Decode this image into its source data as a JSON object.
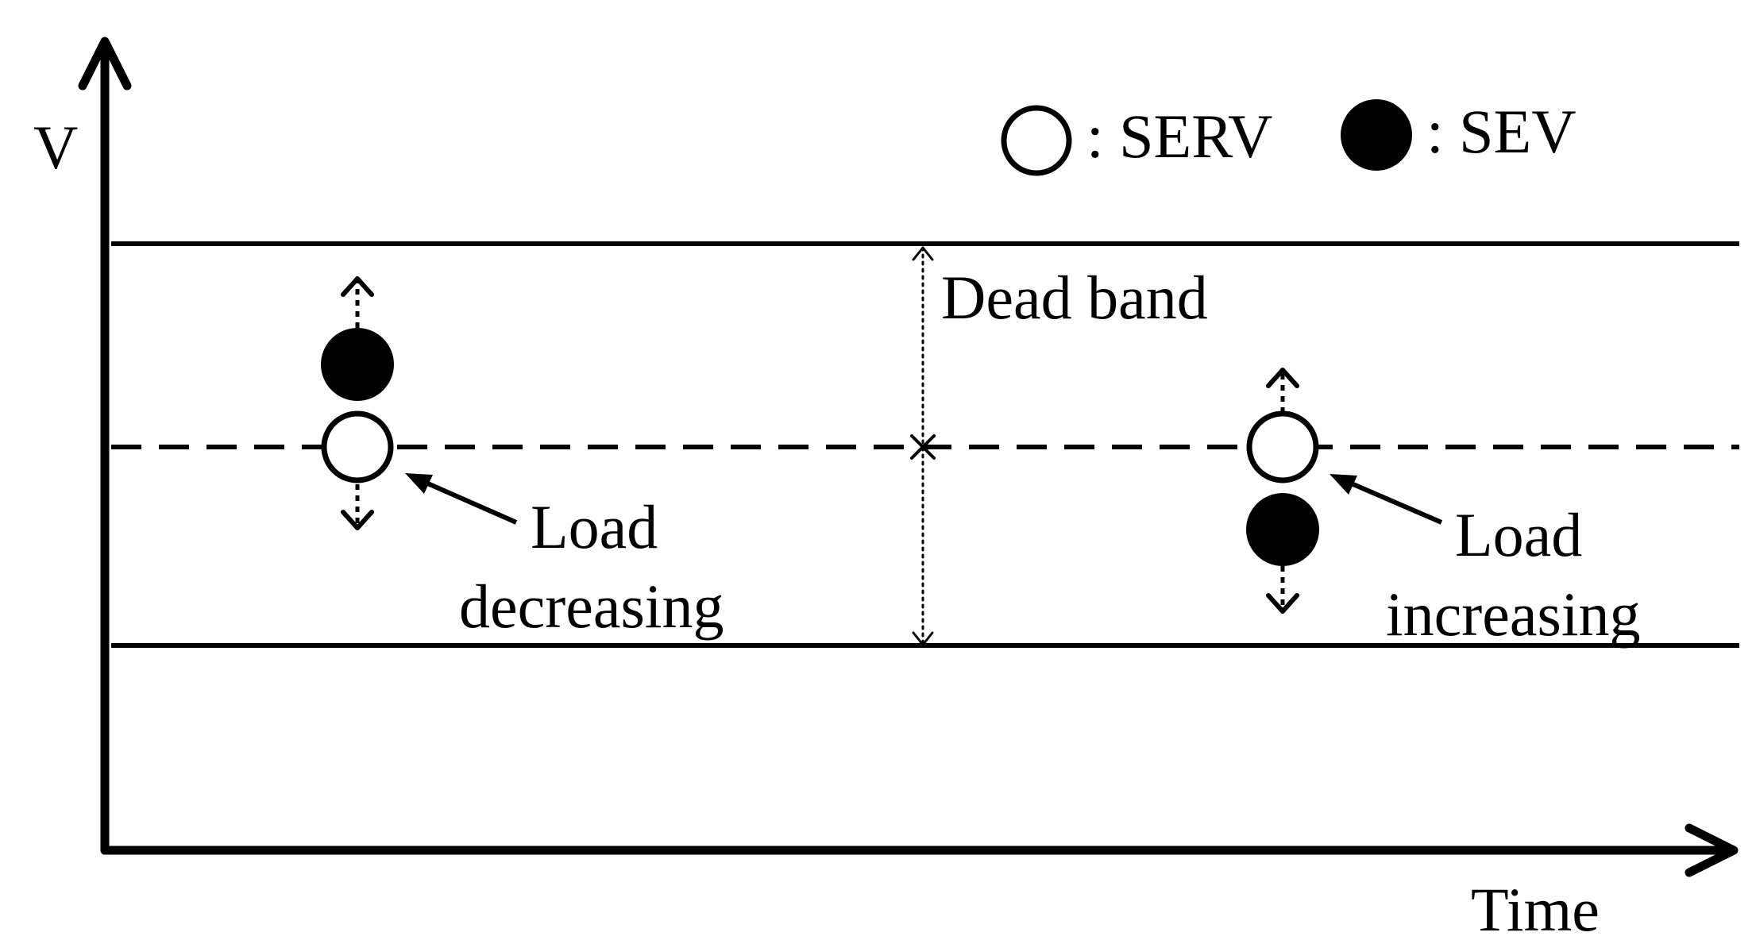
{
  "axes": {
    "y_label": "V",
    "x_label": "Time"
  },
  "legend": {
    "hollow_label": ": SERV",
    "filled_label": ": SEV"
  },
  "annotations": {
    "dead_band": "Dead band",
    "left_line1": "Load",
    "left_line2": "decreasing",
    "right_line1": "Load",
    "right_line2": "increasing"
  },
  "colors": {
    "ink": "#000000",
    "background": "#ffffff"
  }
}
